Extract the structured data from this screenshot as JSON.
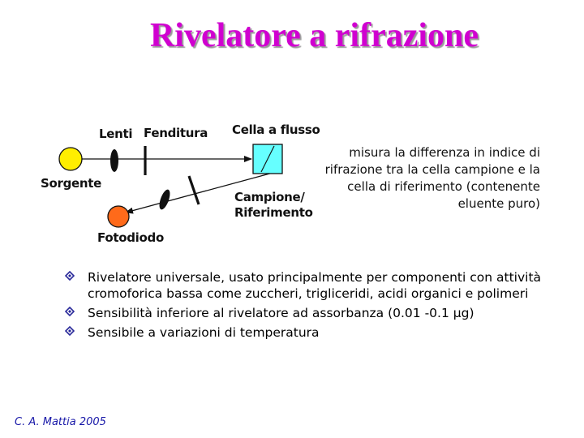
{
  "slide": {
    "title": "Rivelatore a rifrazione",
    "footer": "C. A. Mattia 2005"
  },
  "diagram": {
    "labels": {
      "lenti": "Lenti",
      "fenditura": "Fenditura",
      "cella": "Cella a flusso",
      "sorgente": "Sorgente",
      "campione": "Campione/",
      "riferimento": "Riferimento",
      "fotodiodo": "Fotodiodo"
    },
    "description": "misura la differenza in indice di rifrazione tra la cella campione e la cella di riferimento (contenente eluente puro)",
    "colors": {
      "source": "#ffee00",
      "photodiode": "#ff6a1a",
      "cell": "#66ffff"
    }
  },
  "bullets": [
    {
      "text": "Rivelatore universale, usato principalmente per componenti con attività cromoforica bassa come zuccheri, trigliceridi, acidi organici e polimeri",
      "icon": "diamond-bullet-icon"
    },
    {
      "text": "Sensibilità inferiore al rivelatore ad assorbanza (0.01 -0.1 μg)",
      "icon": "diamond-bullet-icon"
    },
    {
      "text": "Sensibile a variazioni di temperatura",
      "icon": "diamond-bullet-icon"
    }
  ]
}
